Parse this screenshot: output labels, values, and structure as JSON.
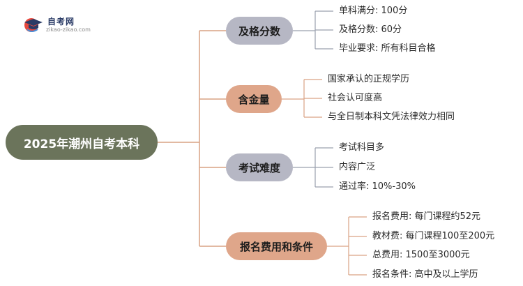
{
  "logo": {
    "title": "自考网",
    "url": "zikao-zikao.com"
  },
  "root": {
    "label": "2025年潮州自考本科"
  },
  "branches": [
    {
      "label": "及格分数",
      "leaves": [
        "单科满分: 100分",
        "及格分数: 60分",
        "毕业要求: 所有科目合格"
      ]
    },
    {
      "label": "含金量",
      "leaves": [
        "国家承认的正规学历",
        "社会认可度高",
        "与全日制本科文凭法律效力相同"
      ]
    },
    {
      "label": "考试难度",
      "leaves": [
        "考试科目多",
        "内容广泛",
        "通过率: 10%-30%"
      ]
    },
    {
      "label": "报名费用和条件",
      "leaves": [
        "报名费用: 每门课程约52元",
        "教材费: 每门课程100至200元",
        "总费用: 1500至3000元",
        "报名条件: 高中及以上学历"
      ]
    }
  ],
  "colors": {
    "root": "#6b745b",
    "branch_grey": "#b6b7c4",
    "branch_tan": "#dfa68a",
    "line_tan": "#d9a284",
    "line_grey": "#9aa0ae"
  }
}
